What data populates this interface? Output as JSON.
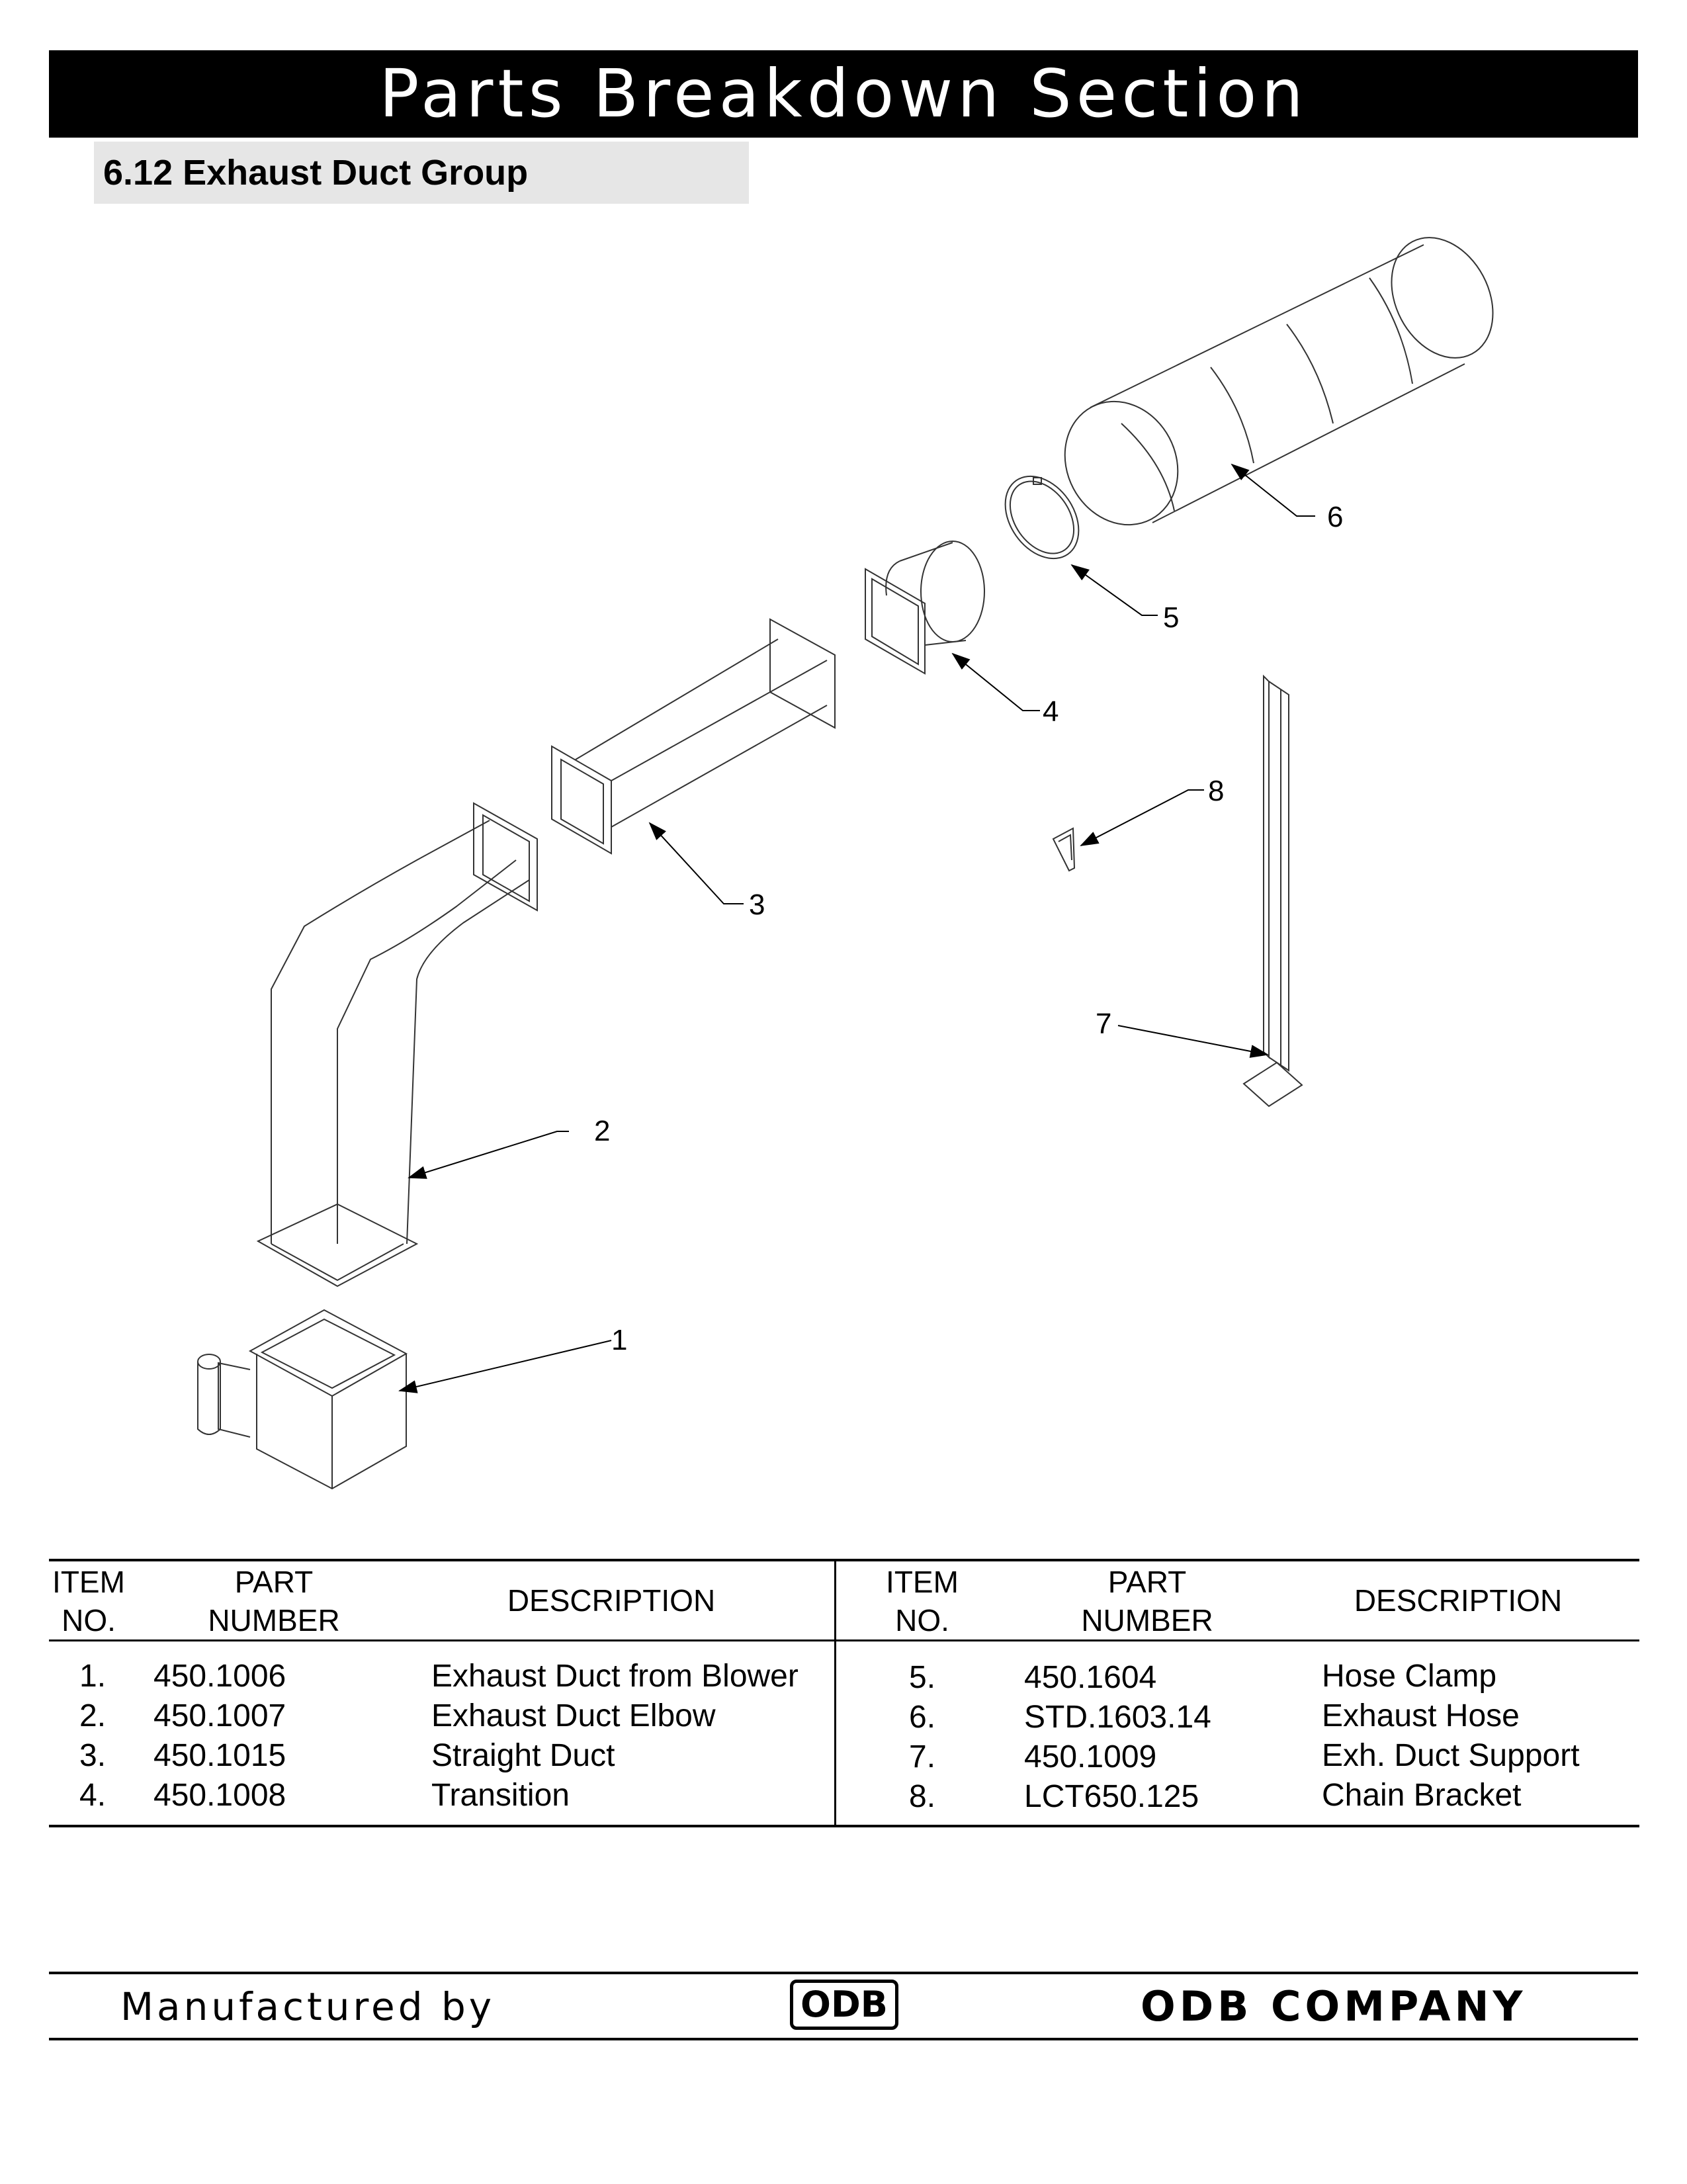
{
  "header": {
    "banner_title": "Parts Breakdown Section",
    "section_title": "6.12 Exhaust Duct Group"
  },
  "diagram": {
    "callouts": [
      "1",
      "2",
      "3",
      "4",
      "5",
      "6",
      "7",
      "8"
    ]
  },
  "parts_table": {
    "left": {
      "col_item_line1": "ITEM",
      "col_item_line2": "NO.",
      "col_part_line1": "PART",
      "col_part_line2": "NUMBER",
      "col_desc": "DESCRIPTION",
      "rows": [
        {
          "item": "1.",
          "part": "450.1006",
          "desc": "Exhaust Duct from Blower"
        },
        {
          "item": "2.",
          "part": "450.1007",
          "desc": "Exhaust Duct Elbow"
        },
        {
          "item": "3.",
          "part": "450.1015",
          "desc": "Straight Duct"
        },
        {
          "item": "4.",
          "part": "450.1008",
          "desc": "Transition"
        }
      ]
    },
    "right": {
      "col_item_line1": "ITEM",
      "col_item_line2": "NO.",
      "col_part_line1": "PART",
      "col_part_line2": "NUMBER",
      "col_desc": "DESCRIPTION",
      "rows": [
        {
          "item": "5.",
          "part": "450.1604",
          "desc": "Hose Clamp"
        },
        {
          "item": "6.",
          "part": "STD.1603.14",
          "desc": "Exhaust Hose"
        },
        {
          "item": "7.",
          "part": "450.1009",
          "desc": "Exh. Duct Support"
        },
        {
          "item": "8.",
          "part": "LCT650.125",
          "desc": "Chain Bracket"
        }
      ]
    }
  },
  "footer": {
    "manufactured_by": "Manufactured by",
    "logo_text": "ODB",
    "company": "ODB  COMPANY"
  }
}
